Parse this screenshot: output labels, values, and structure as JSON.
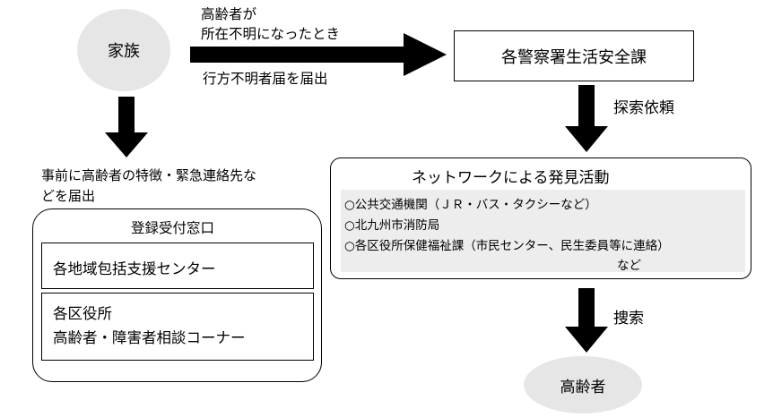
{
  "family": {
    "label": "家族"
  },
  "arrow_top": {
    "label_line1": "高齢者が",
    "label_line2": "所在不明になったとき",
    "below_label": "行方不明者届を届出"
  },
  "police": {
    "label": "各警察署生活安全課"
  },
  "search_request": {
    "label": "探索依頼"
  },
  "prior_note": {
    "line1": "事前に高齢者の特徴・緊急連絡先な",
    "line2": "どを届出"
  },
  "registration": {
    "title": "登録受付窓口",
    "box1": "各地域包括支援センター",
    "box2_line1": "各区役所",
    "box2_line2": "高齢者・障害者相談コーナー"
  },
  "network": {
    "title": "ネットワークによる発見活動",
    "items": [
      "○公共交通機関（ＪＲ・バス・タクシーなど）",
      "○北九州市消防局",
      "○各区役所保健福祉課（市民センター、民生委員等に連絡）"
    ],
    "tail": "など"
  },
  "search": {
    "label": "捜索"
  },
  "elderly": {
    "label": "高齢者"
  },
  "colors": {
    "arrow": "#000000",
    "circle": "#e6e6e6",
    "panel": "#ededed"
  }
}
